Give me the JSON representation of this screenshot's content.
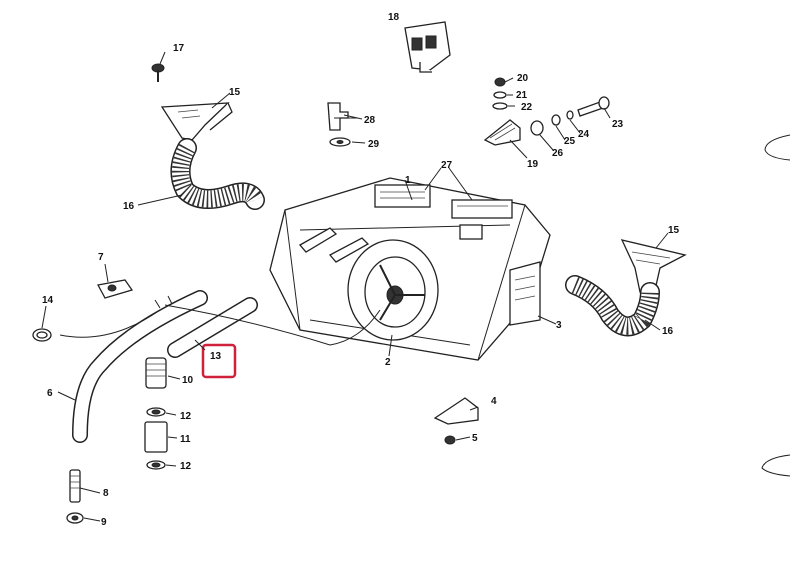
{
  "highlight": {
    "color": "#d0213a",
    "label_number": "13"
  },
  "callouts": [
    "1",
    "2",
    "3",
    "4",
    "5",
    "6",
    "7",
    "8",
    "9",
    "10",
    "11",
    "12",
    "12",
    "13",
    "14",
    "15",
    "15",
    "16",
    "16",
    "17",
    "18",
    "19",
    "20",
    "21",
    "22",
    "23",
    "24",
    "25",
    "26",
    "27",
    "28",
    "29"
  ]
}
